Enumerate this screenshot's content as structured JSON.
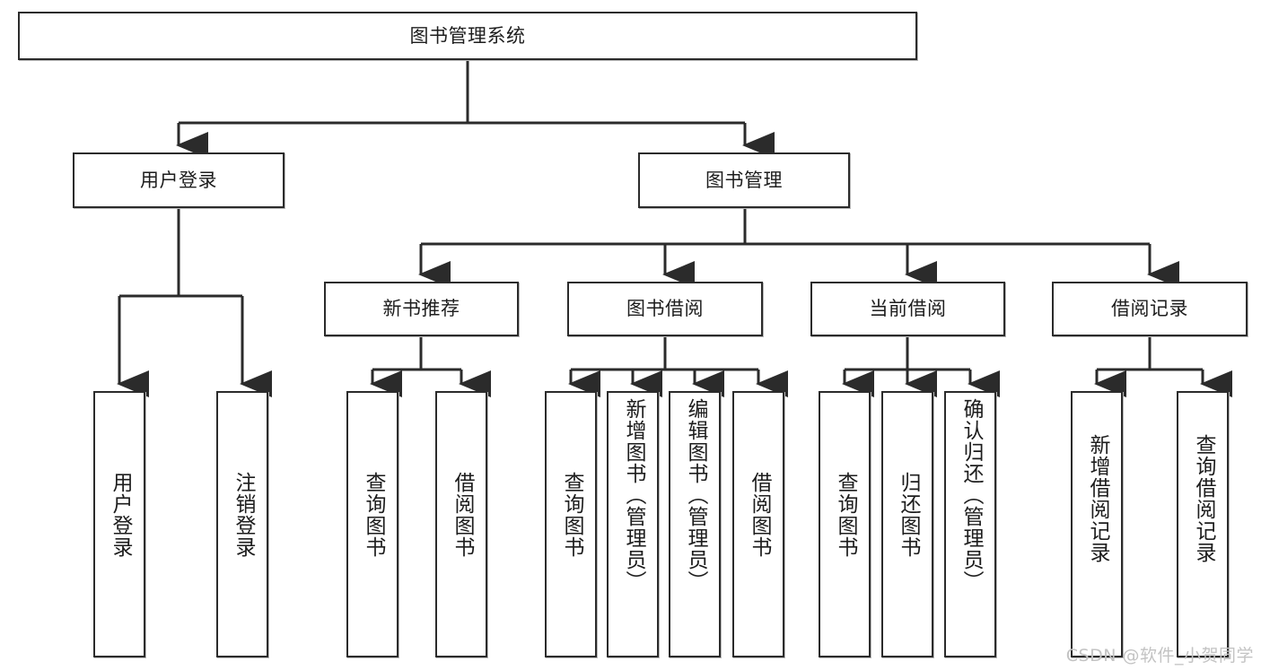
{
  "diagram": {
    "title": "图书管理系统",
    "type": "tree-hierarchy",
    "watermark": "CSDN @软件_小贺同学",
    "colors": {
      "node_border": "#2b2b2b",
      "node_fill": "#ffffff",
      "edge": "#2b2b2b",
      "text": "#1d1d1d",
      "watermark": "#c3c3c3",
      "background": "#ffffff"
    },
    "nodes": {
      "root": {
        "label": "图书管理系统"
      },
      "level2": [
        {
          "label": "用户登录"
        },
        {
          "label": "图书管理"
        }
      ],
      "level3": [
        {
          "label": "新书推荐"
        },
        {
          "label": "图书借阅"
        },
        {
          "label": "当前借阅"
        },
        {
          "label": "借阅记录"
        }
      ],
      "leaves": [
        {
          "label": "用户登录",
          "parent": "用户登录"
        },
        {
          "label": "注销登录",
          "parent": "用户登录"
        },
        {
          "label": "查询图书",
          "parent": "新书推荐"
        },
        {
          "label": "借阅图书",
          "parent": "新书推荐"
        },
        {
          "label": "查询图书",
          "parent": "图书借阅"
        },
        {
          "label": "新增图书（管理员）",
          "parent": "图书借阅"
        },
        {
          "label": "编辑图书（管理员）",
          "parent": "图书借阅"
        },
        {
          "label": "借阅图书",
          "parent": "图书借阅"
        },
        {
          "label": "查询图书",
          "parent": "当前借阅"
        },
        {
          "label": "归还图书",
          "parent": "当前借阅"
        },
        {
          "label": "确认归还（管理员）",
          "parent": "当前借阅"
        },
        {
          "label": "新增借阅记录",
          "parent": "借阅记录"
        },
        {
          "label": "查询借阅记录",
          "parent": "借阅记录"
        }
      ]
    }
  }
}
